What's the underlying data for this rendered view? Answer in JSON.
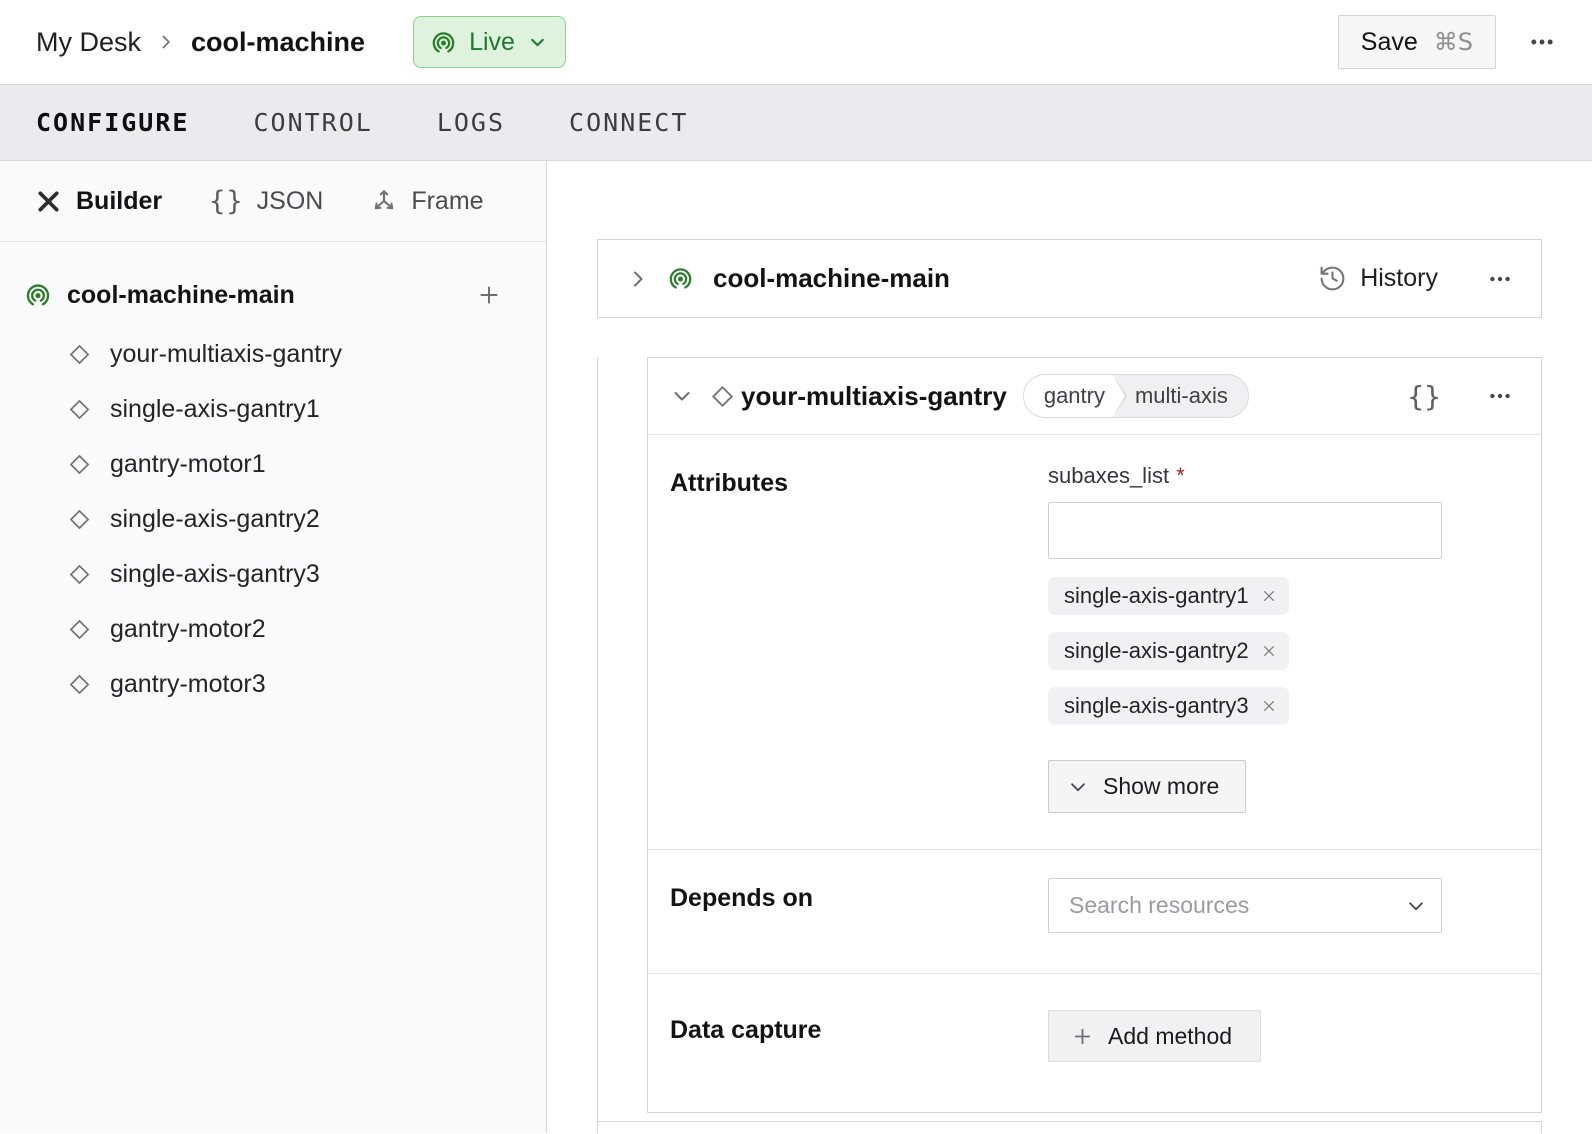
{
  "header": {
    "breadcrumb": {
      "parent": "My Desk",
      "current": "cool-machine"
    },
    "machine_status": {
      "label": "Live"
    },
    "save_button": {
      "label": "Save",
      "shortcut": "⌘S"
    }
  },
  "tabs": [
    {
      "label": "CONFIGURE",
      "active": true
    },
    {
      "label": "CONTROL",
      "active": false
    },
    {
      "label": "LOGS",
      "active": false
    },
    {
      "label": "CONNECT",
      "active": false
    }
  ],
  "sidebar": {
    "view_toggle": [
      {
        "label": "Builder",
        "icon": "tools-icon",
        "active": true
      },
      {
        "label": "JSON",
        "icon": "braces-icon",
        "active": false
      },
      {
        "label": "Frame",
        "icon": "frame-axes-icon",
        "active": false
      }
    ],
    "tree": {
      "root": {
        "label": "cool-machine-main",
        "icon": "machine-part-icon"
      },
      "items": [
        "your-multiaxis-gantry",
        "single-axis-gantry1",
        "gantry-motor1",
        "single-axis-gantry2",
        "single-axis-gantry3",
        "gantry-motor2",
        "gantry-motor3"
      ]
    }
  },
  "main": {
    "part_card": {
      "name": "cool-machine-main",
      "history_label": "History"
    },
    "component_card": {
      "name": "your-multiaxis-gantry",
      "type_tags": {
        "type": "gantry",
        "model": "multi-axis"
      },
      "attributes": {
        "section_label": "Attributes",
        "field_label": "subaxes_list",
        "required_marker": "*",
        "input_value": "",
        "subaxes": [
          "single-axis-gantry1",
          "single-axis-gantry2",
          "single-axis-gantry3"
        ],
        "show_more_label": "Show more"
      },
      "depends_on": {
        "section_label": "Depends on",
        "placeholder": "Search resources"
      },
      "data_capture": {
        "section_label": "Data capture",
        "add_method_label": "Add method"
      }
    }
  },
  "colors": {
    "accent-green": "#2a7e2a",
    "live-bg": "#def2de",
    "live-border": "#8ecf8e",
    "live-text": "#1e7a2e",
    "required-red": "#b32025"
  }
}
